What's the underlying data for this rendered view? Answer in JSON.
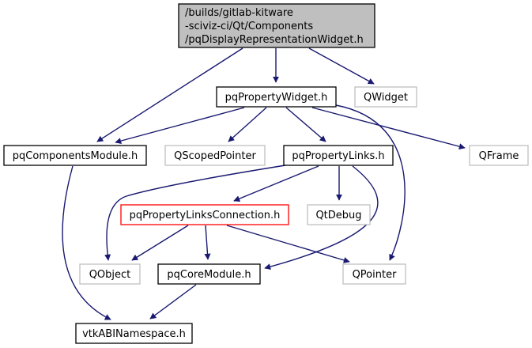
{
  "diagram": {
    "type": "include-dependency-graph",
    "colors": {
      "edge": "#191970",
      "root_fill": "#bfbfbf",
      "root_border": "#000000",
      "documented_border": "#000000",
      "external_border": "#bfbfbf",
      "highlight_border": "#ff0000",
      "node_fill": "#ffffff"
    },
    "nodes": [
      {
        "id": "root",
        "kind": "root",
        "lines": [
          "/builds/gitlab-kitware",
          "-sciviz-ci/Qt/Components",
          "/pqDisplayRepresentationWidget.h"
        ]
      },
      {
        "id": "pqPropertyWidget",
        "kind": "documented",
        "lines": [
          "pqPropertyWidget.h"
        ]
      },
      {
        "id": "QWidget",
        "kind": "external",
        "lines": [
          "QWidget"
        ]
      },
      {
        "id": "pqComponentsModule",
        "kind": "documented",
        "lines": [
          "pqComponentsModule.h"
        ]
      },
      {
        "id": "QScopedPointer",
        "kind": "external",
        "lines": [
          "QScopedPointer"
        ]
      },
      {
        "id": "pqPropertyLinks",
        "kind": "documented",
        "lines": [
          "pqPropertyLinks.h"
        ]
      },
      {
        "id": "QFrame",
        "kind": "external",
        "lines": [
          "QFrame"
        ]
      },
      {
        "id": "pqPropertyLinksConnection",
        "kind": "highlight",
        "lines": [
          "pqPropertyLinksConnection.h"
        ]
      },
      {
        "id": "QtDebug",
        "kind": "external",
        "lines": [
          "QtDebug"
        ]
      },
      {
        "id": "QObject",
        "kind": "external",
        "lines": [
          "QObject"
        ]
      },
      {
        "id": "pqCoreModule",
        "kind": "documented",
        "lines": [
          "pqCoreModule.h"
        ]
      },
      {
        "id": "QPointer",
        "kind": "external",
        "lines": [
          "QPointer"
        ]
      },
      {
        "id": "vtkABINamespace",
        "kind": "documented",
        "lines": [
          "vtkABINamespace.h"
        ]
      }
    ],
    "edges": [
      {
        "from": "root",
        "to": "pqComponentsModule"
      },
      {
        "from": "root",
        "to": "pqPropertyWidget"
      },
      {
        "from": "root",
        "to": "QWidget"
      },
      {
        "from": "pqPropertyWidget",
        "to": "pqComponentsModule"
      },
      {
        "from": "pqPropertyWidget",
        "to": "QScopedPointer"
      },
      {
        "from": "pqPropertyWidget",
        "to": "pqPropertyLinks"
      },
      {
        "from": "pqPropertyWidget",
        "to": "QFrame"
      },
      {
        "from": "pqPropertyWidget",
        "to": "QPointer"
      },
      {
        "from": "pqComponentsModule",
        "to": "vtkABINamespace"
      },
      {
        "from": "pqPropertyLinks",
        "to": "QObject"
      },
      {
        "from": "pqPropertyLinks",
        "to": "pqPropertyLinksConnection"
      },
      {
        "from": "pqPropertyLinks",
        "to": "QtDebug"
      },
      {
        "from": "pqPropertyLinks",
        "to": "pqCoreModule"
      },
      {
        "from": "pqPropertyLinksConnection",
        "to": "QObject"
      },
      {
        "from": "pqPropertyLinksConnection",
        "to": "pqCoreModule"
      },
      {
        "from": "pqPropertyLinksConnection",
        "to": "QPointer"
      },
      {
        "from": "pqCoreModule",
        "to": "vtkABINamespace"
      }
    ]
  }
}
